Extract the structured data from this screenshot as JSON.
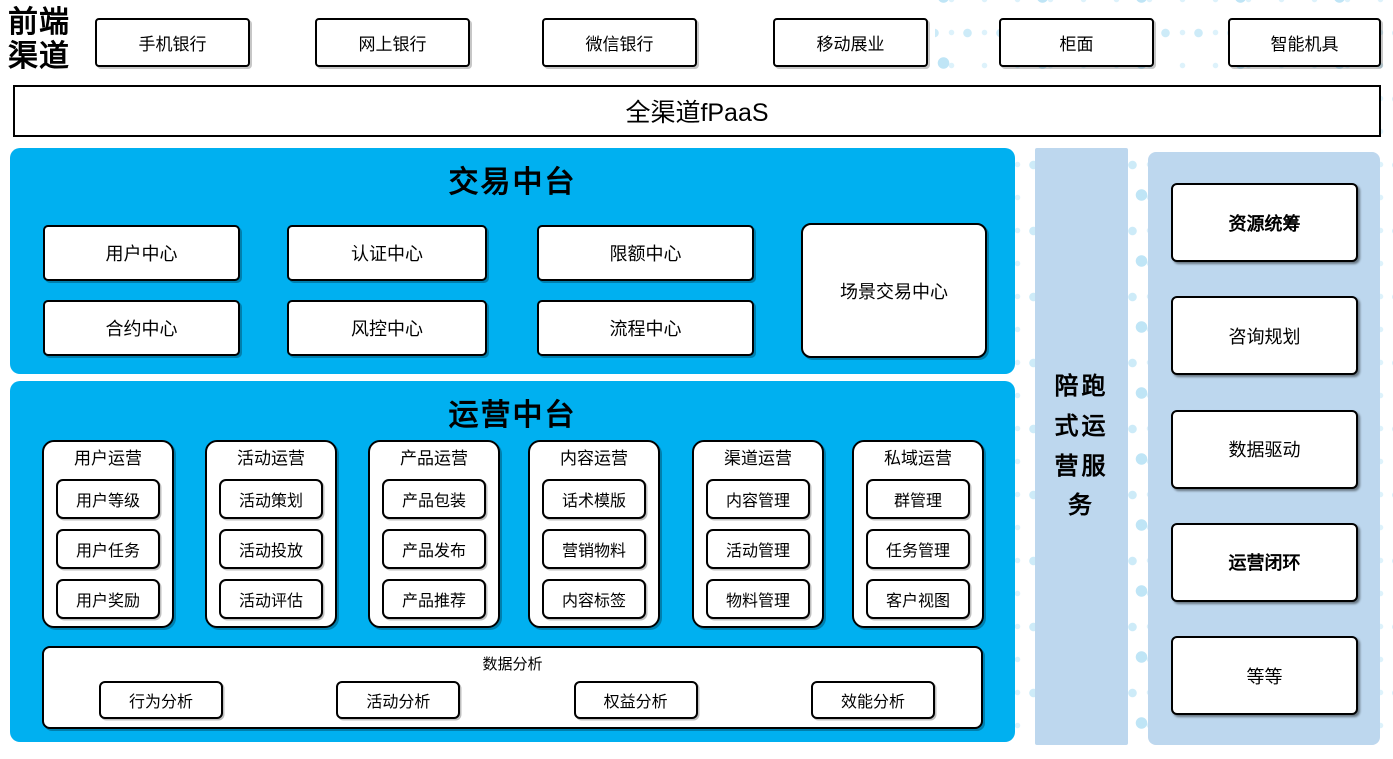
{
  "colors": {
    "accent_blue": "#00B0F0",
    "light_blue": "#BDD7EE",
    "dot_blue": "#C9E9F7",
    "border": "#000000"
  },
  "front_channels": {
    "label": "前端渠道",
    "items": [
      "手机银行",
      "网上银行",
      "微信银行",
      "移动展业",
      "柜面",
      "智能机具"
    ]
  },
  "fpaas": {
    "label": "全渠道fPaaS"
  },
  "trade": {
    "title": "交易中台",
    "boxes": [
      "用户中心",
      "认证中心",
      "限额中心",
      "合约中心",
      "风控中心",
      "流程中心"
    ],
    "scene_center": "场景交易中心"
  },
  "ops": {
    "title": "运营中台",
    "columns": [
      {
        "title": "用户运营",
        "items": [
          "用户等级",
          "用户任务",
          "用户奖励"
        ]
      },
      {
        "title": "活动运营",
        "items": [
          "活动策划",
          "活动投放",
          "活动评估"
        ]
      },
      {
        "title": "产品运营",
        "items": [
          "产品包装",
          "产品发布",
          "产品推荐"
        ]
      },
      {
        "title": "内容运营",
        "items": [
          "话术模版",
          "营销物料",
          "内容标签"
        ]
      },
      {
        "title": "渠道运营",
        "items": [
          "内容管理",
          "活动管理",
          "物料管理"
        ]
      },
      {
        "title": "私域运营",
        "items": [
          "群管理",
          "任务管理",
          "客户视图"
        ]
      }
    ],
    "analysis": {
      "title": "数据分析",
      "items": [
        "行为分析",
        "活动分析",
        "权益分析",
        "效能分析"
      ]
    }
  },
  "companion": {
    "label": "陪跑式运营服务"
  },
  "services": {
    "items": [
      "资源统筹",
      "咨询规划",
      "数据驱动",
      "运营闭环",
      "等等"
    ]
  }
}
